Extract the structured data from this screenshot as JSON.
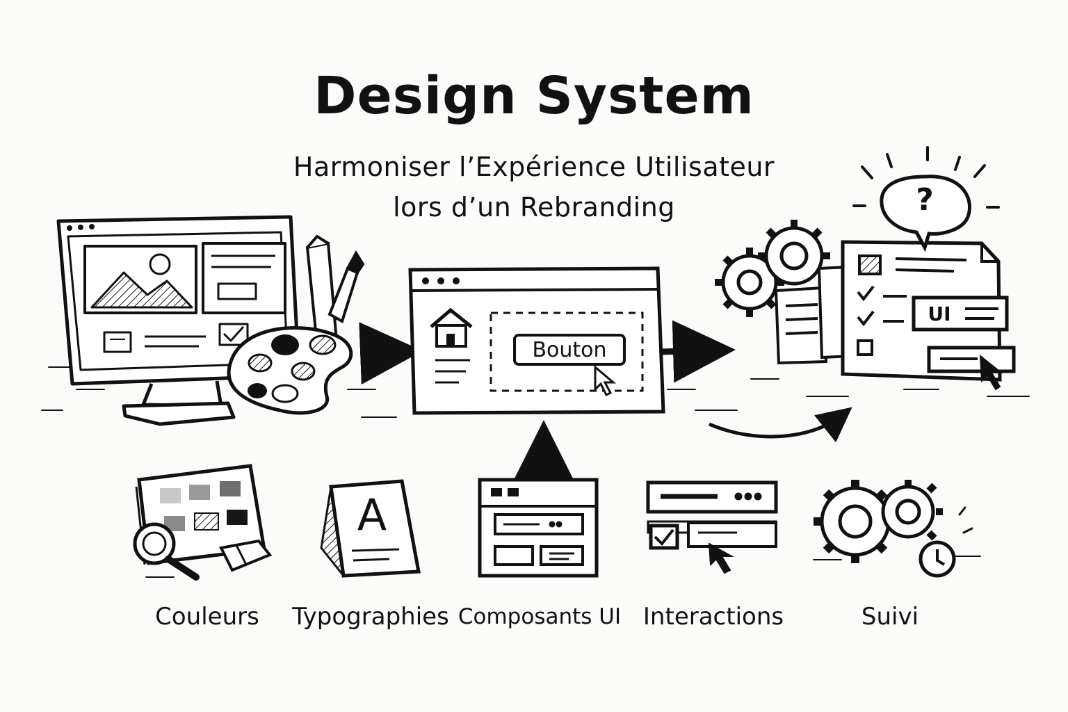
{
  "header": {
    "title": "Design System",
    "subtitle_line1": "Harmoniser l’Expérience Utilisateur",
    "subtitle_line2": "lors d’un Rebranding"
  },
  "flow": {
    "button_label": "Bouton",
    "ui_tag": "UI",
    "question_mark": "?"
  },
  "categories": [
    {
      "label": "Couleurs",
      "icon": "color-swatches-icon"
    },
    {
      "label": "Typographies",
      "icon": "typography-card-icon",
      "glyph": "A"
    },
    {
      "label": "Composants UI",
      "icon": "ui-components-icon"
    },
    {
      "label": "Interactions",
      "icon": "interaction-form-icon"
    },
    {
      "label": "Suivi",
      "icon": "gears-clock-icon"
    }
  ],
  "colors": {
    "ink": "#111111",
    "background": "#fbfbfa",
    "swatches": [
      "#c8c8c8",
      "#9a9a9a",
      "#6e6e6e",
      "#8a8a8a",
      "#b4b4b4",
      "#3a3a3a",
      "#161616"
    ]
  }
}
